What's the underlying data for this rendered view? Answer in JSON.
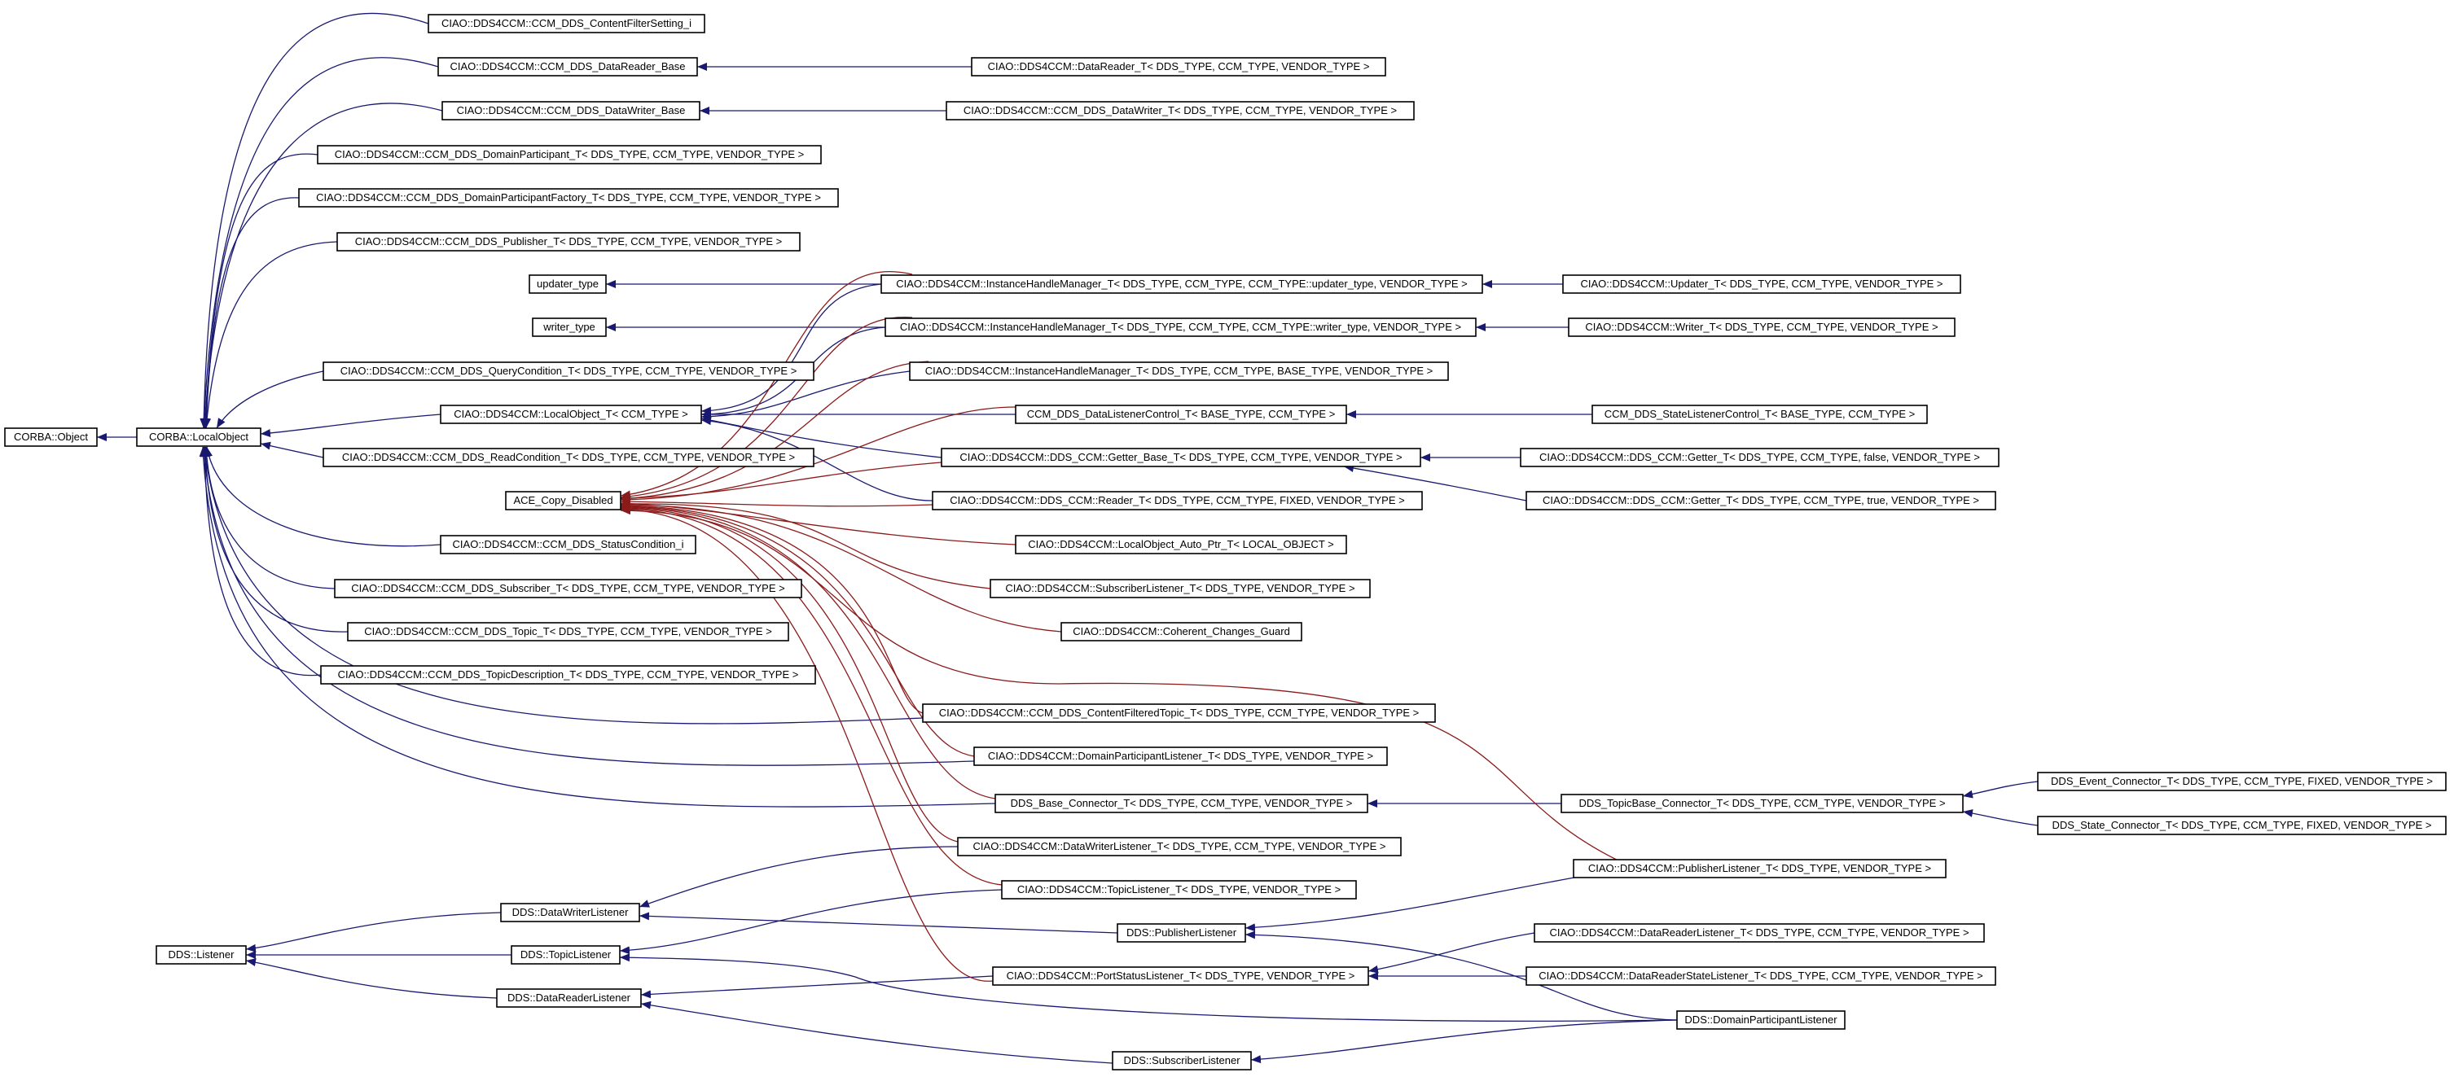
{
  "diagram": {
    "type": "inheritance-graph",
    "colors": {
      "inheritance": "#191970",
      "private_inheritance": "#8b1a1a",
      "node_border": "#000000",
      "background": "#ffffff"
    },
    "nodes": {
      "corba_object": "CORBA::Object",
      "corba_localobject": "CORBA::LocalObject",
      "ace_copy_disabled": "ACE_Copy_Disabled",
      "dds_listener": "DDS::Listener",
      "content_filter_setting": "CIAO::DDS4CCM::CCM_DDS_ContentFilterSetting_i",
      "datareader_base": "CIAO::DDS4CCM::CCM_DDS_DataReader_Base",
      "datawriter_base": "CIAO::DDS4CCM::CCM_DDS_DataWriter_Base",
      "domain_participant": "CIAO::DDS4CCM::CCM_DDS_DomainParticipant_T< DDS_TYPE, CCM_TYPE, VENDOR_TYPE >",
      "domain_participant_factory": "CIAO::DDS4CCM::CCM_DDS_DomainParticipantFactory_T< DDS_TYPE, CCM_TYPE, VENDOR_TYPE >",
      "publisher_t": "CIAO::DDS4CCM::CCM_DDS_Publisher_T< DDS_TYPE, CCM_TYPE, VENDOR_TYPE >",
      "updater_type": "updater_type",
      "writer_type": "writer_type",
      "query_condition": "CIAO::DDS4CCM::CCM_DDS_QueryCondition_T< DDS_TYPE, CCM_TYPE, VENDOR_TYPE >",
      "local_object_t": "CIAO::DDS4CCM::LocalObject_T< CCM_TYPE >",
      "read_condition": "CIAO::DDS4CCM::CCM_DDS_ReadCondition_T< DDS_TYPE, CCM_TYPE, VENDOR_TYPE >",
      "status_condition": "CIAO::DDS4CCM::CCM_DDS_StatusCondition_i",
      "subscriber_t": "CIAO::DDS4CCM::CCM_DDS_Subscriber_T< DDS_TYPE, CCM_TYPE, VENDOR_TYPE >",
      "topic_t": "CIAO::DDS4CCM::CCM_DDS_Topic_T< DDS_TYPE, CCM_TYPE, VENDOR_TYPE >",
      "topic_description": "CIAO::DDS4CCM::CCM_DDS_TopicDescription_T< DDS_TYPE, CCM_TYPE, VENDOR_TYPE >",
      "datareader_t": "CIAO::DDS4CCM::DataReader_T< DDS_TYPE, CCM_TYPE, VENDOR_TYPE >",
      "datawriter_t": "CIAO::DDS4CCM::CCM_DDS_DataWriter_T< DDS_TYPE, CCM_TYPE, VENDOR_TYPE >",
      "ihm_updater": "CIAO::DDS4CCM::InstanceHandleManager_T< DDS_TYPE, CCM_TYPE, CCM_TYPE::updater_type, VENDOR_TYPE >",
      "ihm_writer": "CIAO::DDS4CCM::InstanceHandleManager_T< DDS_TYPE, CCM_TYPE, CCM_TYPE::writer_type, VENDOR_TYPE >",
      "ihm_base": "CIAO::DDS4CCM::InstanceHandleManager_T< DDS_TYPE, CCM_TYPE, BASE_TYPE, VENDOR_TYPE >",
      "data_listener_control": "CCM_DDS_DataListenerControl_T< BASE_TYPE, CCM_TYPE >",
      "getter_base": "CIAO::DDS4CCM::DDS_CCM::Getter_Base_T< DDS_TYPE, CCM_TYPE, VENDOR_TYPE >",
      "reader_t": "CIAO::DDS4CCM::DDS_CCM::Reader_T< DDS_TYPE, CCM_TYPE, FIXED, VENDOR_TYPE >",
      "local_object_auto_ptr": "CIAO::DDS4CCM::LocalObject_Auto_Ptr_T< LOCAL_OBJECT >",
      "subscriber_listener": "CIAO::DDS4CCM::SubscriberListener_T< DDS_TYPE, VENDOR_TYPE >",
      "coherent_changes_guard": "CIAO::DDS4CCM::Coherent_Changes_Guard",
      "content_filtered_topic": "CIAO::DDS4CCM::CCM_DDS_ContentFilteredTopic_T< DDS_TYPE, CCM_TYPE, VENDOR_TYPE >",
      "domain_participant_listener_t": "CIAO::DDS4CCM::DomainParticipantListener_T< DDS_TYPE, VENDOR_TYPE >",
      "dds_base_connector": "DDS_Base_Connector_T< DDS_TYPE, CCM_TYPE, VENDOR_TYPE >",
      "datawriter_listener_t": "CIAO::DDS4CCM::DataWriterListener_T< DDS_TYPE, CCM_TYPE, VENDOR_TYPE >",
      "topic_listener_t": "CIAO::DDS4CCM::TopicListener_T< DDS_TYPE, VENDOR_TYPE >",
      "port_status_listener": "CIAO::DDS4CCM::PortStatusListener_T< DDS_TYPE, VENDOR_TYPE >",
      "dds_datawriter_listener": "DDS::DataWriterListener",
      "dds_topic_listener": "DDS::TopicListener",
      "dds_datareader_listener": "DDS::DataReaderListener",
      "dds_publisher_listener": "DDS::PublisherListener",
      "dds_subscriber_listener": "DDS::SubscriberListener",
      "updater_t": "CIAO::DDS4CCM::Updater_T< DDS_TYPE, CCM_TYPE, VENDOR_TYPE >",
      "writer_t": "CIAO::DDS4CCM::Writer_T< DDS_TYPE, CCM_TYPE, VENDOR_TYPE >",
      "state_listener_control": "CCM_DDS_StateListenerControl_T< BASE_TYPE, CCM_TYPE >",
      "getter_false": "CIAO::DDS4CCM::DDS_CCM::Getter_T< DDS_TYPE, CCM_TYPE, false, VENDOR_TYPE >",
      "getter_true": "CIAO::DDS4CCM::DDS_CCM::Getter_T< DDS_TYPE, CCM_TYPE, true, VENDOR_TYPE >",
      "topicbase_connector": "DDS_TopicBase_Connector_T< DDS_TYPE, CCM_TYPE, VENDOR_TYPE >",
      "publisher_listener_t": "CIAO::DDS4CCM::PublisherListener_T< DDS_TYPE, VENDOR_TYPE >",
      "datareader_listener_t": "CIAO::DDS4CCM::DataReaderListener_T< DDS_TYPE, CCM_TYPE, VENDOR_TYPE >",
      "datareader_state_listener_t": "CIAO::DDS4CCM::DataReaderStateListener_T< DDS_TYPE, CCM_TYPE, VENDOR_TYPE >",
      "dds_domain_participant_listener": "DDS::DomainParticipantListener",
      "event_connector": "DDS_Event_Connector_T< DDS_TYPE, CCM_TYPE, FIXED, VENDOR_TYPE >",
      "state_connector": "DDS_State_Connector_T< DDS_TYPE, CCM_TYPE, FIXED, VENDOR_TYPE >"
    }
  }
}
